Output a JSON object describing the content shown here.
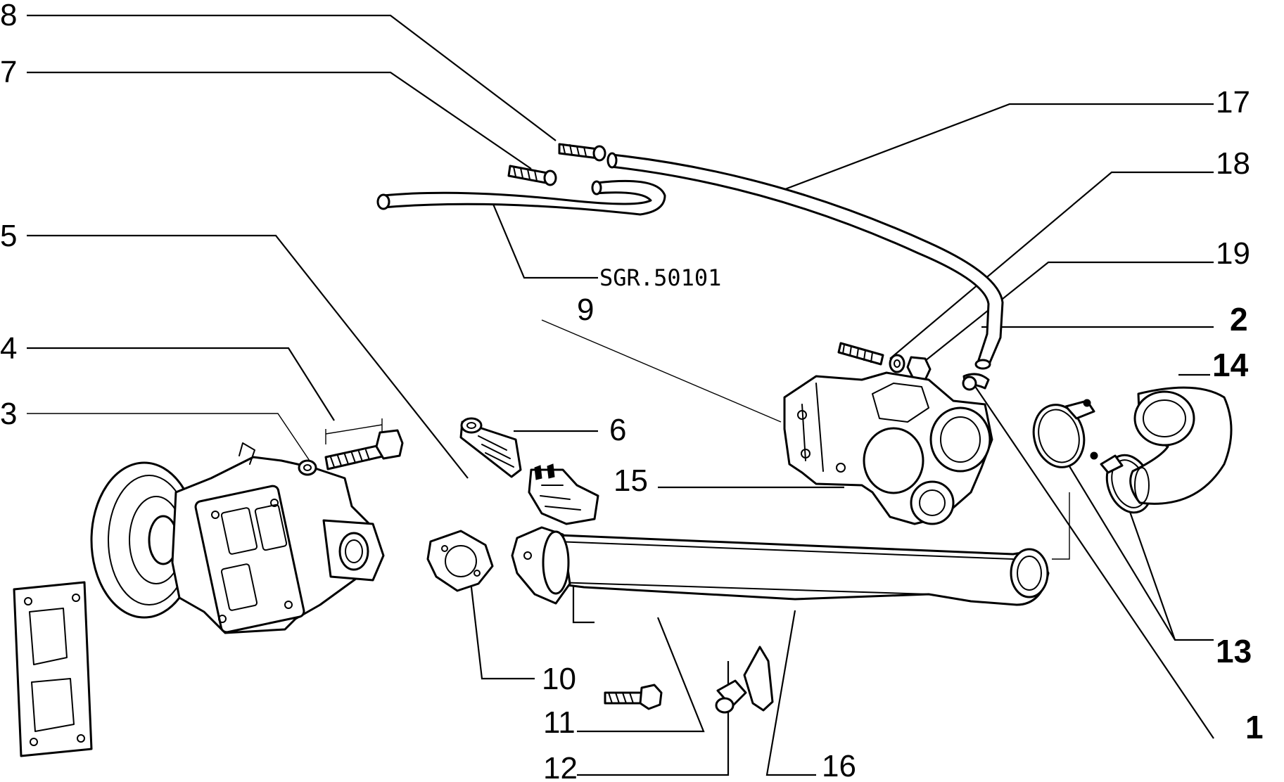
{
  "diagram": {
    "reference_label": "SGR.50101",
    "callouts": {
      "c1": "1",
      "c2": "2",
      "c3": "3",
      "c4": "4",
      "c5": "5",
      "c6": "6",
      "c7": "7",
      "c8": "8",
      "c9": "9",
      "c10": "10",
      "c11": "11",
      "c12": "12",
      "c13": "13",
      "c14": "14",
      "c15": "15",
      "c16": "16",
      "c17": "17",
      "c18": "18",
      "c19": "19"
    }
  }
}
